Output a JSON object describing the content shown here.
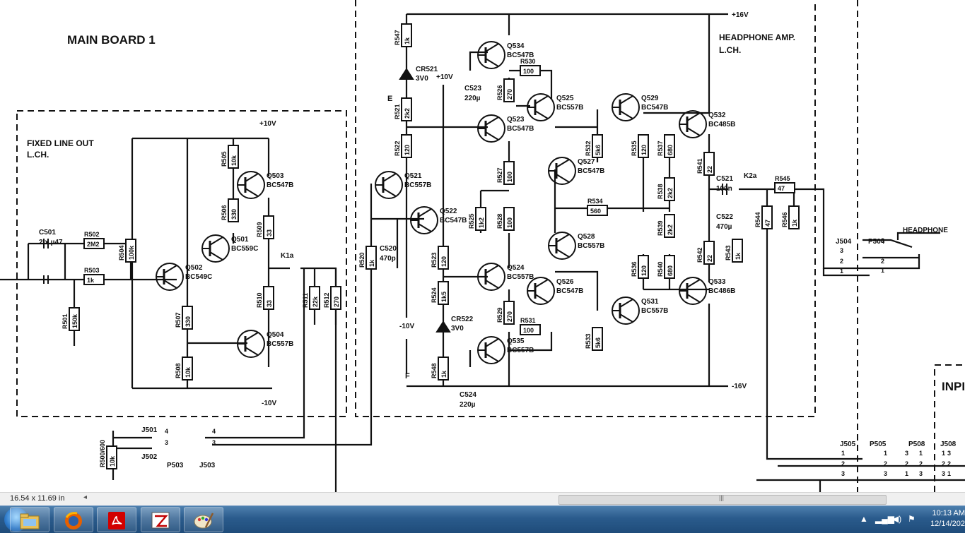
{
  "schematic": {
    "board_title": "MAIN BOARD 1",
    "fixed_line_out": [
      "FIXED LINE OUT",
      "L.CH."
    ],
    "headphone_amp": [
      "HEADPHONE AMP.",
      "L.CH."
    ],
    "headphone_label": "HEADPHONE",
    "rails": {
      "plus16": "+16V",
      "minus16": "-16V",
      "plus10": "+10V",
      "minus10": "-10V",
      "plus10b": "+10V",
      "minus10b": "-10V"
    },
    "transistors": [
      {
        "id": "Q503",
        "type": "BC547B"
      },
      {
        "id": "Q501",
        "type": "BC559C"
      },
      {
        "id": "Q502",
        "type": "BC549C"
      },
      {
        "id": "Q504",
        "type": "BC557B"
      },
      {
        "id": "Q534",
        "type": "BC547B"
      },
      {
        "id": "Q525",
        "type": "BC557B"
      },
      {
        "id": "Q523",
        "type": "BC547B"
      },
      {
        "id": "Q521",
        "type": "BC557B"
      },
      {
        "id": "Q522",
        "type": "BC547B"
      },
      {
        "id": "Q527",
        "type": "BC547B"
      },
      {
        "id": "Q528",
        "type": "BC557B"
      },
      {
        "id": "Q524",
        "type": "BC557B"
      },
      {
        "id": "Q526",
        "type": "BC547B"
      },
      {
        "id": "Q535",
        "type": "BC557B"
      },
      {
        "id": "Q529",
        "type": "BC547B"
      },
      {
        "id": "Q532",
        "type": "BC485B"
      },
      {
        "id": "Q531",
        "type": "BC557B"
      },
      {
        "id": "Q533",
        "type": "BC486B"
      }
    ],
    "resistors": [
      {
        "id": "R505",
        "v": "10k"
      },
      {
        "id": "R506",
        "v": "330"
      },
      {
        "id": "R509",
        "v": "33"
      },
      {
        "id": "R510",
        "v": "33"
      },
      {
        "id": "R507",
        "v": "330"
      },
      {
        "id": "R508",
        "v": "10k"
      },
      {
        "id": "R504",
        "v": "100k"
      },
      {
        "id": "R501",
        "v": "150k"
      },
      {
        "id": "R511",
        "v": "22k"
      },
      {
        "id": "R512",
        "v": "270"
      },
      {
        "id": "R547",
        "v": "1k"
      },
      {
        "id": "R521",
        "v": "2k2"
      },
      {
        "id": "R522",
        "v": "120"
      },
      {
        "id": "R520",
        "v": "1k"
      },
      {
        "id": "R523",
        "v": "120"
      },
      {
        "id": "R524",
        "v": "1k5"
      },
      {
        "id": "R548",
        "v": "1k"
      },
      {
        "id": "R526",
        "v": "270"
      },
      {
        "id": "R527",
        "v": "100"
      },
      {
        "id": "R525",
        "v": "1k2"
      },
      {
        "id": "R528",
        "v": "100"
      },
      {
        "id": "R529",
        "v": "270"
      },
      {
        "id": "R532",
        "v": "5k6"
      },
      {
        "id": "R533",
        "v": "5k6"
      },
      {
        "id": "R535",
        "v": "120"
      },
      {
        "id": "R537",
        "v": "680"
      },
      {
        "id": "R538",
        "v": "2k2"
      },
      {
        "id": "R539",
        "v": "2k2"
      },
      {
        "id": "R536",
        "v": "120"
      },
      {
        "id": "R540",
        "v": "680"
      },
      {
        "id": "R541",
        "v": "22"
      },
      {
        "id": "R542",
        "v": "22"
      },
      {
        "id": "R544",
        "v": "47"
      },
      {
        "id": "R546",
        "v": "1k"
      },
      {
        "id": "R543",
        "v": "1k"
      },
      {
        "id": "R500/600",
        "v": "10k"
      }
    ],
    "h_resistors": [
      {
        "id": "R502",
        "v": "2M2"
      },
      {
        "id": "R503",
        "v": "1k"
      },
      {
        "id": "R530",
        "v": "100"
      },
      {
        "id": "R531",
        "v": "100"
      },
      {
        "id": "R534",
        "v": "560"
      },
      {
        "id": "R545",
        "v": "47"
      }
    ],
    "capacitors": [
      {
        "id": "C501",
        "v": "2 x µ47"
      },
      {
        "id": "C523",
        "v": "220µ"
      },
      {
        "id": "C520",
        "v": "470p"
      },
      {
        "id": "C524",
        "v": "220µ"
      },
      {
        "id": "C521",
        "v": "100n"
      },
      {
        "id": "C522",
        "v": "470µ"
      }
    ],
    "diodes": [
      {
        "id": "CR521",
        "v": "3V0"
      },
      {
        "id": "CR522",
        "v": "3V0"
      }
    ],
    "switches": [
      "K1a",
      "K2a"
    ],
    "connectors": [
      "J501",
      "J502",
      "P503",
      "J503",
      "J504",
      "P504",
      "J505",
      "P505",
      "P508",
      "J508"
    ],
    "terminals": [
      "E",
      "F"
    ],
    "inp_label": "INPI",
    "pins": [
      "4",
      "3",
      "4",
      "3",
      "3",
      "2",
      "1",
      "3",
      "2",
      "1",
      "1",
      "2",
      "3",
      "1",
      "2",
      "3",
      "3",
      "2",
      "1",
      "1",
      "2",
      "3",
      "3",
      "2",
      "1",
      "1",
      "2",
      "3"
    ]
  },
  "statusbar": {
    "size": "16.54 x 11.69 in"
  },
  "taskbar": {
    "apps": [
      {
        "name": "Windows Explorer",
        "icon": "folder-icon"
      },
      {
        "name": "Firefox",
        "icon": "firefox-icon"
      },
      {
        "name": "Adobe Reader",
        "icon": "pdf-icon"
      },
      {
        "name": "Schematic Viewer",
        "icon": "viewer-icon"
      },
      {
        "name": "Paint",
        "icon": "paint-icon"
      }
    ],
    "time": "10:13 AM",
    "date": "12/14/202"
  },
  "colors": {
    "taskbar": "#2a5b8c",
    "statusbar": "#f0f0f0"
  }
}
